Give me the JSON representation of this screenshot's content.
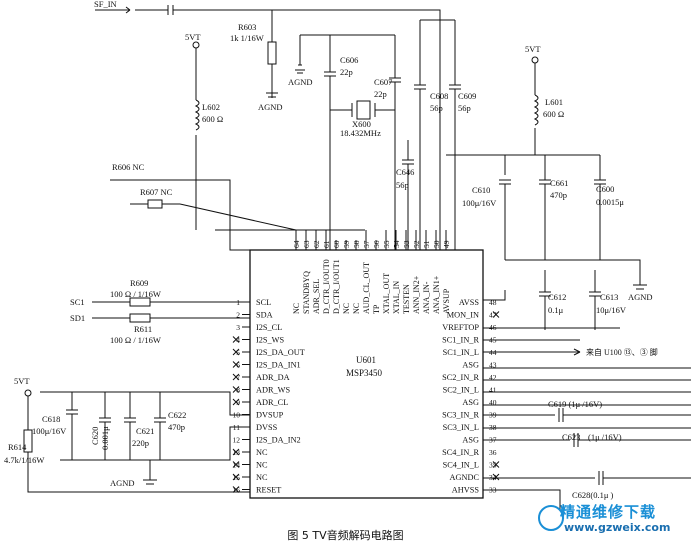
{
  "caption": "图 5   TV音频解码电路图",
  "watermark": {
    "cn": "精通维修下载",
    "url": "www.gzweix.com"
  },
  "ic": {
    "ref": "U601",
    "part": "MSP3450"
  },
  "pins_left": [
    {
      "n": "1",
      "name": "SCL"
    },
    {
      "n": "2",
      "name": "SDA"
    },
    {
      "n": "3",
      "name": "I2S_CL"
    },
    {
      "n": "4",
      "name": "I2S_WS"
    },
    {
      "n": "5",
      "name": "I2S_DA_OUT"
    },
    {
      "n": "6",
      "name": "I2S_DA_IN1"
    },
    {
      "n": "7",
      "name": "ADR_DA"
    },
    {
      "n": "8",
      "name": "ADR_WS"
    },
    {
      "n": "9",
      "name": "ADR_CL"
    },
    {
      "n": "10",
      "name": "DVSUP"
    },
    {
      "n": "11",
      "name": "DVSS"
    },
    {
      "n": "12",
      "name": "I2S_DA_IN2"
    },
    {
      "n": "13",
      "name": "NC"
    },
    {
      "n": "14",
      "name": "NC"
    },
    {
      "n": "15",
      "name": "NC"
    },
    {
      "n": "16",
      "name": "RESET"
    }
  ],
  "pins_right": [
    {
      "n": "48",
      "name": "AVSS"
    },
    {
      "n": "47",
      "name": "MON_IN"
    },
    {
      "n": "46",
      "name": "VREFTOP"
    },
    {
      "n": "45",
      "name": "SC1_IN_R"
    },
    {
      "n": "44",
      "name": "SC1_IN_L"
    },
    {
      "n": "43",
      "name": "ASG"
    },
    {
      "n": "42",
      "name": "SC2_IN_R"
    },
    {
      "n": "41",
      "name": "SC2_IN_L"
    },
    {
      "n": "40",
      "name": "ASG"
    },
    {
      "n": "39",
      "name": "SC3_IN_R"
    },
    {
      "n": "38",
      "name": "SC3_IN_L"
    },
    {
      "n": "37",
      "name": "ASG"
    },
    {
      "n": "36",
      "name": "SC4_IN_R"
    },
    {
      "n": "35",
      "name": "SC4_IN_L"
    },
    {
      "n": "34",
      "name": "AGNDC"
    },
    {
      "n": "33",
      "name": "AHVSS"
    }
  ],
  "pins_top": [
    {
      "n": "64",
      "name": "NC"
    },
    {
      "n": "63",
      "name": "STANDBYQ"
    },
    {
      "n": "62",
      "name": "ADR_SEL"
    },
    {
      "n": "61",
      "name": "D_CTR_I/OUT0"
    },
    {
      "n": "60",
      "name": "D_CTR_I/OUT1"
    },
    {
      "n": "59",
      "name": "NC"
    },
    {
      "n": "58",
      "name": "NC"
    },
    {
      "n": "57",
      "name": "AUD_CL_OUT"
    },
    {
      "n": "56",
      "name": "TP"
    },
    {
      "n": "55",
      "name": "XTAL_OUT"
    },
    {
      "n": "54",
      "name": "XTAL_IN"
    },
    {
      "n": "53",
      "name": "TESTEN"
    },
    {
      "n": "52",
      "name": "ANN_IN2+"
    },
    {
      "n": "51",
      "name": "ANA_IN-"
    },
    {
      "n": "50",
      "name": "ANA_IN1+"
    },
    {
      "n": "49",
      "name": "AVSUP"
    }
  ],
  "labels": {
    "sf_in": "SF_IN",
    "r603": "R603",
    "r603v": "1k 1/16W",
    "agnd": "AGND",
    "agnd2": "AGND",
    "agnd3": "AGND",
    "agnd4": "AGND",
    "v5a": "5VT",
    "v5b": "5VT",
    "v5c": "5VT",
    "l602": "L602",
    "l602v": "600 Ω",
    "l601": "L601",
    "l601v": "600 Ω",
    "c606": "C606",
    "c606v": "22p",
    "c607": "C607",
    "c607v": "22p",
    "x600": "X600",
    "x600v": "18.432MHz",
    "c608": "C608",
    "c608v": "56p",
    "c609": "C609",
    "c609v": "56p",
    "c646": "C646",
    "c646v": "56p",
    "r606": "R606 NC",
    "r607": "R607 NC",
    "c610": "C610",
    "c610v": "100μ/16V",
    "c661": "C661",
    "c661v": "470p",
    "c600": "C600",
    "c600v": "0.0015μ",
    "c612": "C612",
    "c612v": "0.1μ",
    "c613": "C613",
    "c613v": "10μ/16V",
    "r609": "R609",
    "r609v": "100 Ω / 1/16W",
    "r611": "R611",
    "r611v": "100 Ω / 1/16W",
    "sc1": "SC1",
    "sd1": "SD1",
    "c618": "C618",
    "c618v": "100μ/16V",
    "c620": "C620",
    "c620v": "0.001μ",
    "c621": "C621",
    "c621v": "220p",
    "c622": "C622",
    "c622v": "470p",
    "r614": "R614",
    "r614v": "4.7k/1/16W",
    "from": "来自 U100 ⑬、③ 脚",
    "c619": "C619 (1μ /16V)",
    "c623": "C623",
    "c623v": "(1μ /16V)",
    "c628": "C628(0.1μ )"
  }
}
